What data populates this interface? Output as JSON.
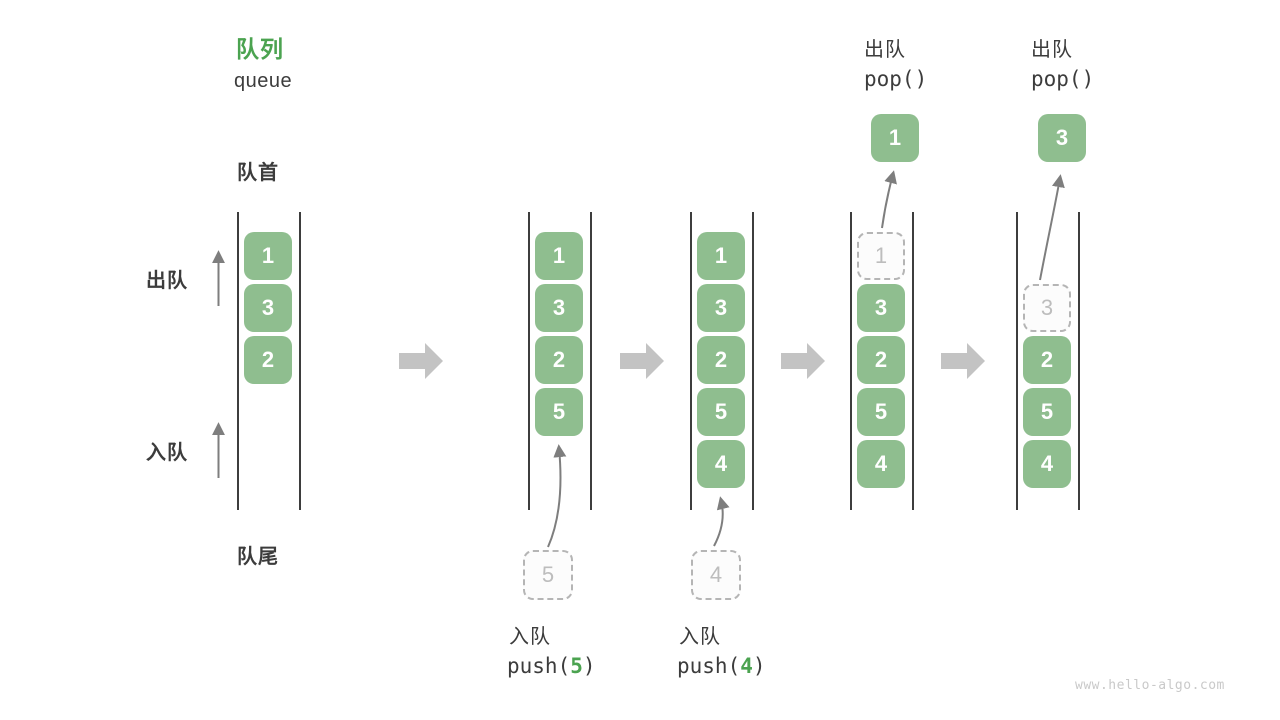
{
  "title": {
    "zh": "队列",
    "en": "queue"
  },
  "side_labels": {
    "front": "队首",
    "rear": "队尾",
    "dequeue": "出队",
    "enqueue": "入队"
  },
  "queue_states": [
    {
      "items": [
        "1",
        "3",
        "2"
      ]
    },
    {
      "items": [
        "1",
        "3",
        "2",
        "5"
      ],
      "staged_item": "5"
    },
    {
      "items": [
        "1",
        "3",
        "2",
        "5",
        "4"
      ],
      "staged_item": "4"
    },
    {
      "ghost_item": "1",
      "items": [
        "3",
        "2",
        "5",
        "4"
      ],
      "popped_item": "1"
    },
    {
      "ghost_item": "3",
      "items": [
        "2",
        "5",
        "4"
      ],
      "popped_item": "3"
    }
  ],
  "operations": {
    "push5": {
      "label": "入队",
      "code_prefix": "push(",
      "arg": "5",
      "code_suffix": ")"
    },
    "push4": {
      "label": "入队",
      "code_prefix": "push(",
      "arg": "4",
      "code_suffix": ")"
    },
    "pop_first": {
      "label": "出队",
      "code": "pop()"
    },
    "pop_second": {
      "label": "出队",
      "code": "pop()"
    }
  },
  "watermark": "www.hello-algo.com",
  "colors": {
    "title_green": "#4ba350",
    "item_green": "#8fbe8f",
    "item_text": "#ffffff",
    "label_dark": "#3c3c3c",
    "ghost_border": "#b5b5b5",
    "ghost_text": "#bdbdbd",
    "wall_line": "#3d3d3d",
    "thin_arrow": "#7e7e7e",
    "block_arrow": "#c3c3c3",
    "watermark_gray": "#c9c9c9"
  }
}
